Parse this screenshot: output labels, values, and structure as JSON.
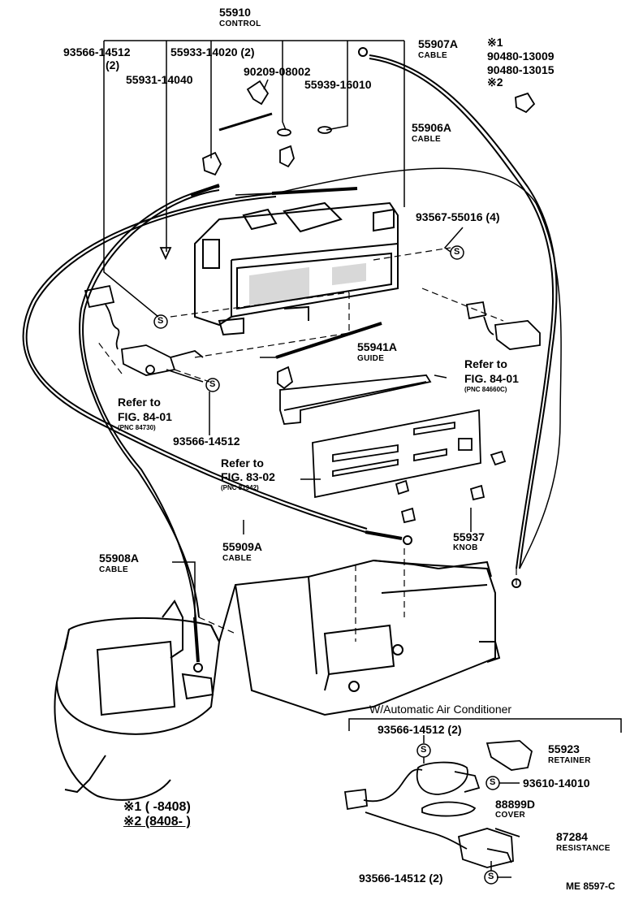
{
  "labels": {
    "control_pn": "55910",
    "control_name": "CONTROL",
    "p_93566_top": "93566-14512",
    "p_93566_top_qty": "(2)",
    "p_55933": "55933-14020 (2)",
    "p_55931": "55931-14040",
    "p_90209": "90209-08002",
    "p_55939": "55939-16010",
    "p_55907a": "55907A",
    "p_55907a_name": "CABLE",
    "note1_mark": "※1",
    "p_90480_a": "90480-13009",
    "p_90480_b": "90480-13015",
    "note2_mark": "※2",
    "p_55906a": "55906A",
    "p_55906a_name": "CABLE",
    "p_93567": "93567-55016 (4)",
    "p_55941a": "55941A",
    "p_55941a_name": "GUIDE",
    "ref_right_1": "Refer to",
    "ref_right_2": "FIG. 84-01",
    "ref_right_pnc": "(PNC 84660C)",
    "ref_left_1": "Refer to",
    "ref_left_2": "FIG. 84-01",
    "ref_left_pnc": "(PNC 84730)",
    "p_93566_mid": "93566-14512",
    "ref_mid_1": "Refer to",
    "ref_mid_2": "FIG. 83-02",
    "ref_mid_pnc": "(PNC 81942)",
    "p_55937": "55937",
    "p_55937_name": "KNOB",
    "p_55909a": "55909A",
    "p_55909a_name": "CABLE",
    "p_55908a": "55908A",
    "p_55908a_name": "CABLE",
    "auto_ac_title": "W/Automatic Air Conditioner",
    "p_93566_ac": "93566-14512 (2)",
    "p_55923": "55923",
    "p_55923_name": "RETAINER",
    "p_93610": "93610-14010",
    "p_88899d": "88899D",
    "p_88899d_name": "COVER",
    "p_87284": "87284",
    "p_87284_name": "RESISTANCE",
    "p_93566_bottom": "93566-14512 (2)",
    "legend_1": "※1 (       -8408)",
    "legend_2": "※2 (8408-       )",
    "diagram_code": "ME 8597-C",
    "screw_mark": "S"
  }
}
